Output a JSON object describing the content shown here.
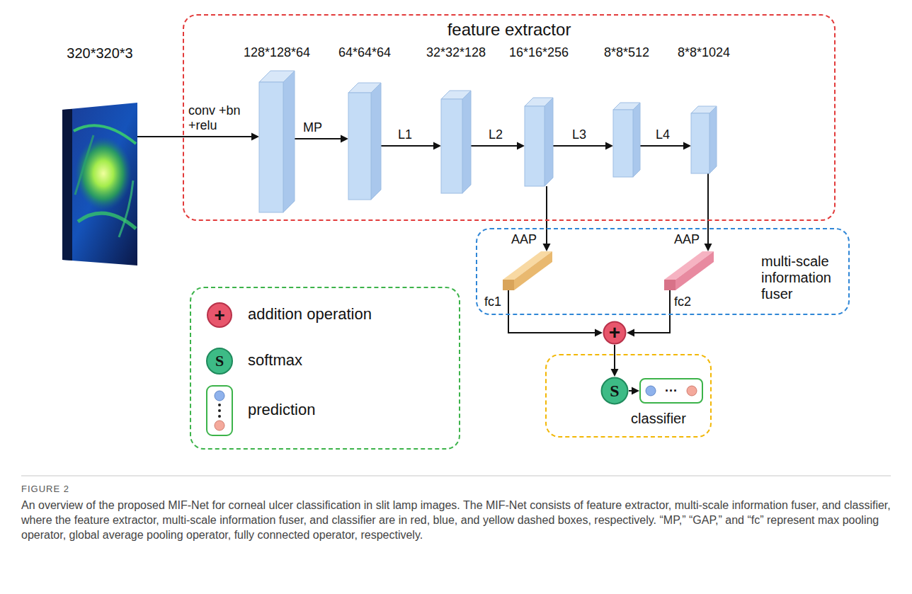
{
  "diagram": {
    "caption": "An overview of the proposed MIF-Net for corneal ulcer classification in slit lamp images. The MIF-Net consists of feature extractor, multi-scale information fuser, and classifier, where the feature extractor, multi-scale information fuser, and classifier are in red, blue, and yellow dashed boxes, respectively. “MP,” “GAP,” and “fc” represent max pooling operator, global average pooling operator, fully connected operator, respectively.",
    "nodes": [
      {
        "text": [
          "feature extractor"
        ]
      },
      {
        "text": [
          "320*320*3"
        ]
      },
      {
        "text": [
          "128*128*64"
        ],
        "in": 0
      },
      {
        "text": [
          "64*64*64"
        ],
        "in": 0
      },
      {
        "text": [
          "32*32*128"
        ],
        "in": 0
      },
      {
        "text": [
          "16*16*256"
        ],
        "in": 0
      },
      {
        "text": [
          "8*8*512"
        ],
        "in": 0
      },
      {
        "text": [
          "8*8*1024"
        ],
        "in": 0
      },
      {
        "text": [
          "multi-scale information fuser"
        ]
      },
      {
        "text": [
          "AAP"
        ],
        "in": 8
      },
      {
        "text": [
          "AAP"
        ],
        "in": 8
      },
      {
        "text": [
          "+"
        ]
      },
      {
        "text": [
          "classifier"
        ]
      },
      {
        "text": [
          "S"
        ],
        "in": 12
      },
      {
        "text": [
          "···"
        ],
        "in": 12
      }
    ],
    "edges": [
      {
        "from": 1,
        "to": 2,
        "arrow": "to",
        "label": "conv +bn +relu"
      },
      {
        "from": 2,
        "to": 3,
        "arrow": "to",
        "label": "MP"
      },
      {
        "from": 3,
        "to": 4,
        "arrow": "to",
        "label": "L1"
      },
      {
        "from": 4,
        "to": 5,
        "arrow": "to",
        "label": "L2"
      },
      {
        "from": 5,
        "to": 6,
        "arrow": "to",
        "label": "L3"
      },
      {
        "from": 6,
        "to": 7,
        "arrow": "to",
        "label": "L4"
      },
      {
        "from": 5,
        "to": 9,
        "arrow": "to"
      },
      {
        "from": 7,
        "to": 10,
        "arrow": "to"
      },
      {
        "from": 9,
        "to": 11,
        "arrow": "to",
        "label": "fc1"
      },
      {
        "from": 10,
        "to": 11,
        "arrow": "to",
        "label": "fc2"
      },
      {
        "from": 11,
        "to": 13,
        "arrow": "to"
      },
      {
        "from": 13,
        "to": 14,
        "arrow": "to"
      }
    ],
    "labels": [
      "FIGURE 2",
      "+",
      "S"
    ],
    "legend": [
      {
        "text": "addition operation"
      },
      {
        "text": "softmax"
      },
      {
        "text": "prediction"
      }
    ]
  }
}
